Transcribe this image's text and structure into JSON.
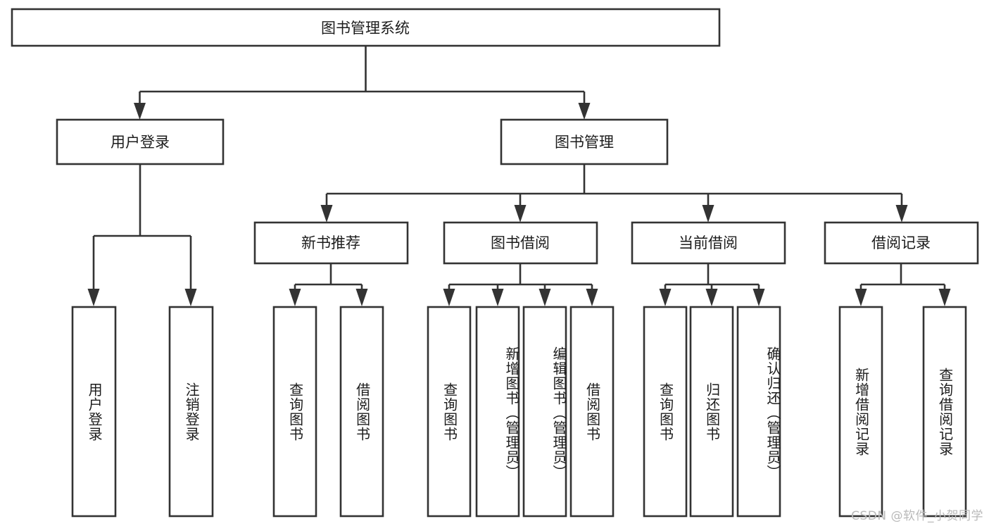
{
  "diagram": {
    "type": "tree-hierarchy",
    "title": "图书管理系统",
    "watermark": "CSDN @软件_小贺同学",
    "colors": {
      "background": "#ffffff",
      "box_fill": "#ffffff",
      "box_stroke": "#333333",
      "text": "#1c1c1c",
      "watermark": "#b9b9b9"
    },
    "root": {
      "label": "图书管理系统"
    },
    "level2": [
      {
        "label": "用户登录"
      },
      {
        "label": "图书管理"
      }
    ],
    "level3": [
      {
        "label": "新书推荐"
      },
      {
        "label": "图书借阅"
      },
      {
        "label": "当前借阅"
      },
      {
        "label": "借阅记录"
      }
    ],
    "leaves": {
      "user_login": [
        {
          "label": "用户登录"
        },
        {
          "label": "注销登录"
        }
      ],
      "new_book_recommend": [
        {
          "label": "查询图书"
        },
        {
          "label": "借阅图书"
        }
      ],
      "book_borrow": [
        {
          "label": "查询图书"
        },
        {
          "label": "新增图书（管理员）"
        },
        {
          "label": "编辑图书（管理员）"
        },
        {
          "label": "借阅图书"
        }
      ],
      "current_borrow": [
        {
          "label": "查询图书"
        },
        {
          "label": "归还图书"
        },
        {
          "label": "确认归还（管理员）"
        }
      ],
      "borrow_record": [
        {
          "label": "新增借阅记录"
        },
        {
          "label": "查询借阅记录"
        }
      ]
    }
  }
}
